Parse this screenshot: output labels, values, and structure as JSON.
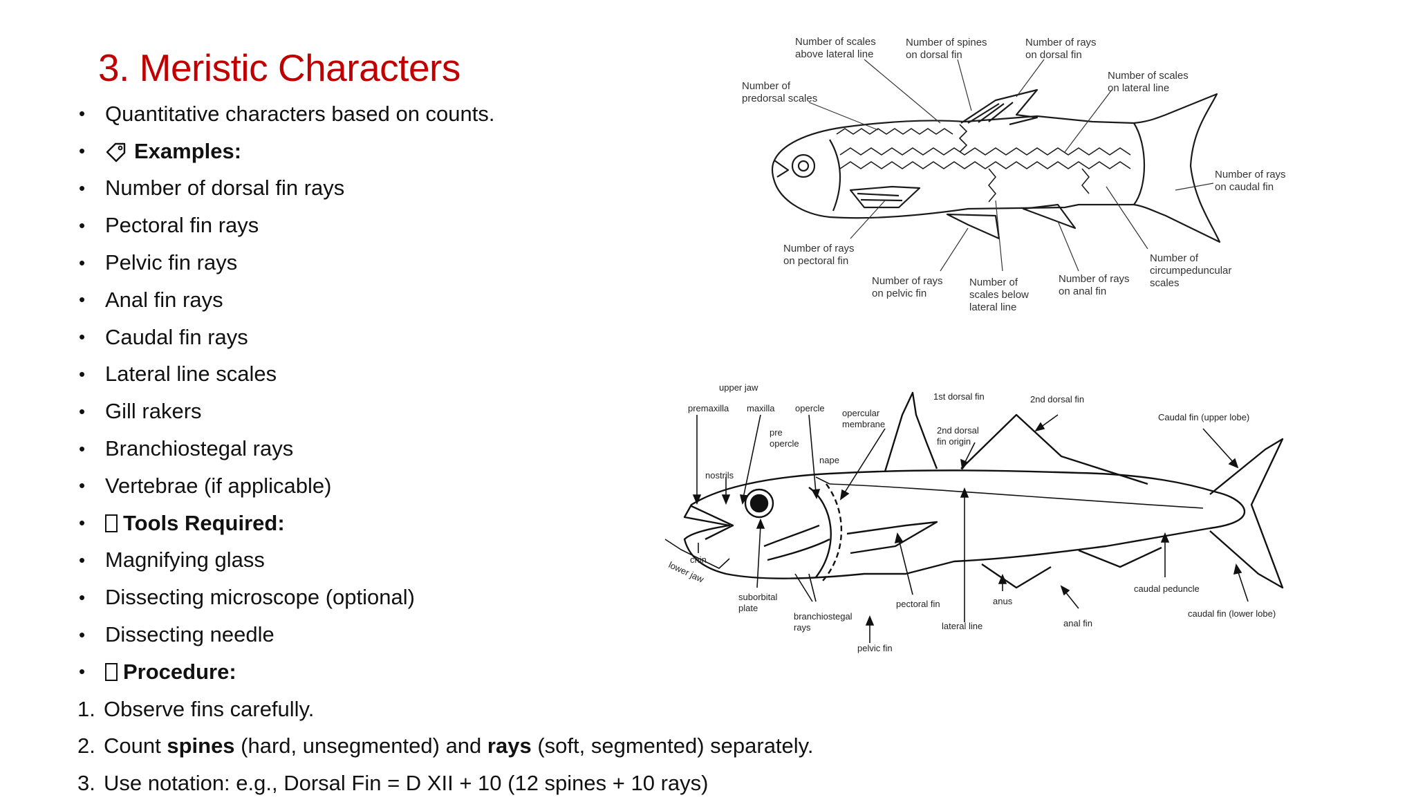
{
  "title": "3. Meristic Characters",
  "list": {
    "intro": "Quantitative characters based on counts.",
    "examples_label": "Examples:",
    "examples": [
      "Number of dorsal fin rays",
      "Pectoral fin rays",
      "Pelvic fin rays",
      "Anal fin rays",
      "Caudal fin rays",
      "Lateral line scales",
      "Gill rakers",
      "Branchiostegal rays",
      "Vertebrae (if applicable)"
    ],
    "tools_label": "Tools Required:",
    "tools": [
      "Magnifying glass",
      "Dissecting microscope (optional)",
      "Dissecting needle"
    ],
    "procedure_label": "Procedure:",
    "steps": [
      {
        "num": "1.",
        "text": "Observe fins carefully."
      },
      {
        "num": "2.",
        "a": "Count ",
        "b1": "spines",
        "c": " (hard, unsegmented) and ",
        "b2": "rays",
        "d": " (soft, segmented) separately."
      },
      {
        "num": "3.",
        "text": "Use notation: e.g., Dorsal Fin = D XII + 10 (12 spines + 10 rays)"
      }
    ]
  },
  "fig1": {
    "scales_above_1": "Number of scales",
    "scales_above_2": "above lateral line",
    "spines_dorsal_1": "Number of spines",
    "spines_dorsal_2": "on dorsal fin",
    "rays_dorsal_1": "Number of rays",
    "rays_dorsal_2": "on dorsal fin",
    "predorsal_1": "Number of",
    "predorsal_2": "predorsal scales",
    "lateral_line_1": "Number of scales",
    "lateral_line_2": "on lateral line",
    "caudal_1": "Number of rays",
    "caudal_2": "on caudal fin",
    "pectoral_1": "Number of rays",
    "pectoral_2": "on pectoral fin",
    "pelvic_1": "Number of rays",
    "pelvic_2": "on pelvic fin",
    "below_1": "Number of",
    "below_2": "scales below",
    "below_3": "lateral line",
    "anal_1": "Number of rays",
    "anal_2": "on anal fin",
    "circ_1": "Number of",
    "circ_2": "circumpeduncular",
    "circ_3": "scales"
  },
  "fig2": {
    "upper_jaw": "upper jaw",
    "premaxilla": "premaxilla",
    "maxilla": "maxilla",
    "opercle": "opercle",
    "pre_1": "pre",
    "pre_2": "opercle",
    "opercular_1": "opercular",
    "opercular_2": "membrane",
    "first_dorsal": "1st dorsal fin",
    "second_dorsal": "2nd dorsal fin",
    "origin_1": "2nd dorsal",
    "origin_2": "fin origin",
    "caudal_upper": "Caudal fin (upper lobe)",
    "nape": "nape",
    "nostrils": "nostrils",
    "chin": "chin",
    "lower_jaw": "lower jaw",
    "suborbital_1": "suborbital",
    "suborbital_2": "plate",
    "branch_1": "branchiostegal",
    "branch_2": "rays",
    "pectoral_fin": "pectoral fin",
    "anus": "anus",
    "lateral_line": "lateral line",
    "pelvic_fin": "pelvic fin",
    "anal_fin": "anal fin",
    "caudal_peduncle": "caudal peduncle",
    "caudal_lower": "caudal fin (lower lobe)"
  }
}
